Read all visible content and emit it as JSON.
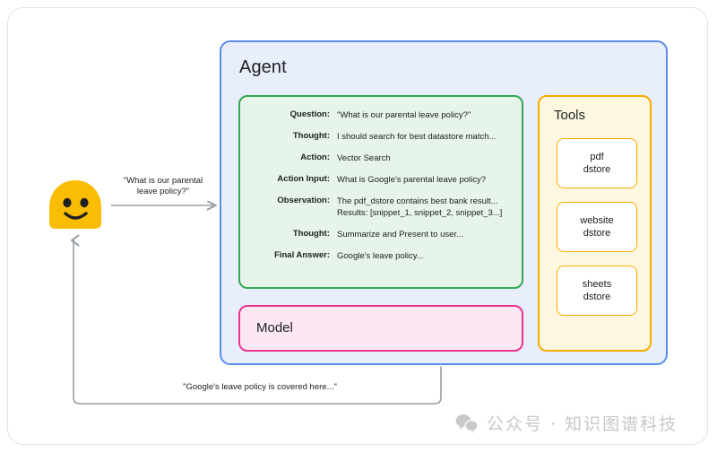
{
  "agent": {
    "title": "Agent",
    "trace": {
      "rows": [
        {
          "label": "Question:",
          "value": "\"What is our parental leave policy?\""
        },
        {
          "label": "Thought:",
          "value": "I should search for best datastore match..."
        },
        {
          "label": "Action:",
          "value": "Vector Search"
        },
        {
          "label": "Action Input:",
          "value": "What is Google's parental leave policy?"
        },
        {
          "label": "Observation:",
          "value": "The pdf_dstore contains best bank result...",
          "value2": "Results: [snippet_1, snippet_2, snippet_3...]"
        },
        {
          "label": "Thought:",
          "value": "Summarize and Present to user..."
        },
        {
          "label": "Final Answer:",
          "value": "Google's leave policy..."
        }
      ]
    },
    "model": {
      "title": "Model"
    },
    "tools": {
      "title": "Tools",
      "items": [
        {
          "line1": "pdf",
          "line2": "dstore"
        },
        {
          "line1": "website",
          "line2": "dstore"
        },
        {
          "line1": "sheets",
          "line2": "dstore"
        }
      ]
    }
  },
  "flow": {
    "user_query_line1": "\"What is our parental",
    "user_query_line2": "leave policy?\"",
    "response_label": "\"Google's leave policy is covered here...\""
  },
  "watermark": {
    "icon": "wechat-icon",
    "text": "公众号 · 知识图谱科技"
  },
  "colors": {
    "agent_border": "#5b8def",
    "agent_fill": "#e8eefc",
    "trace_border": "#34a853",
    "trace_fill": "#e6f4ea",
    "model_border": "#e9368f",
    "model_fill": "#fde7f3",
    "tools_border": "#f9ab00",
    "tools_fill": "#fef7e0",
    "arrow": "#9aa0a6",
    "emoji": "#fbbc04"
  }
}
